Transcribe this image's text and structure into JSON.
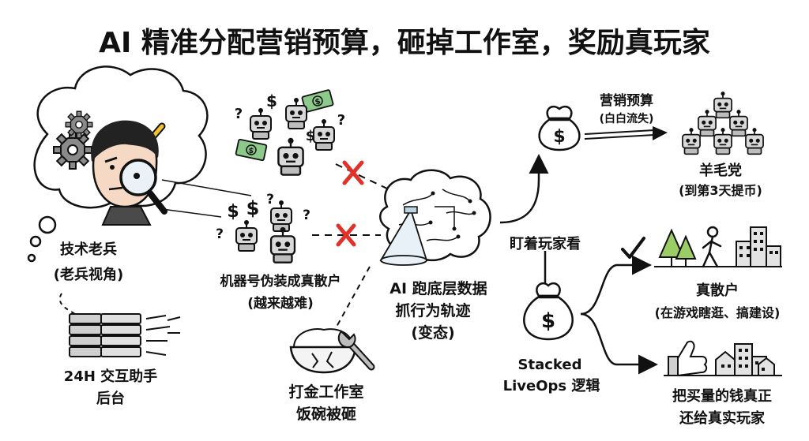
{
  "title": "AI 精准分配营销预算，砸掉工作室，奖励真玩家",
  "veteran": {
    "name": "技术老兵",
    "note": "(老兵视角)"
  },
  "backend": {
    "line1": "24H 交互助手",
    "line2": "后台"
  },
  "bots": {
    "label": "机器号伪装成真散户",
    "note": "(越来越难)",
    "money_symbol": "$",
    "question_mark": "?"
  },
  "brain": {
    "line1": "AI 跑底层数据",
    "line2": "抓行为轨迹",
    "line3": "(变态)"
  },
  "studio": {
    "line1": "打金工作室",
    "line2": "饭碗被砸"
  },
  "watch_label": "盯着玩家看",
  "budget": {
    "label": "营销预算",
    "note": "(白白流失)"
  },
  "wool": {
    "label": "羊毛党",
    "note": "(到第3天提币)"
  },
  "stacked": {
    "line1": "Stacked",
    "line2": "LiveOps 逻辑",
    "money_symbol": "$"
  },
  "real_players": {
    "label": "真散户",
    "note": "(在游戏瞎逛、搞建设)"
  },
  "refund": {
    "line1": "把买量的钱真正",
    "line2": "还给真实玩家"
  },
  "colors": {
    "ink": "#111111",
    "money_green": "#8cc98a",
    "red_cross": "#e0322a",
    "gear_gray": "#8a8a8a",
    "skin": "#f6d9c4",
    "robot_gray": "#d9d9d9",
    "tree_green": "#9ccc65",
    "building_gray": "#e3e3e3"
  },
  "icons": [
    "thought-bubble-icon",
    "magnifier-icon",
    "pencil-icon",
    "gear-icon",
    "server-icon",
    "robot-icon",
    "dollar-bill-icon",
    "red-cross-icon",
    "brain-circuit-icon",
    "rice-bowl-icon",
    "wrench-icon",
    "money-bag-icon",
    "tree-icon",
    "walking-person-icon",
    "building-icon",
    "thumbs-up-icon",
    "check-icon"
  ]
}
